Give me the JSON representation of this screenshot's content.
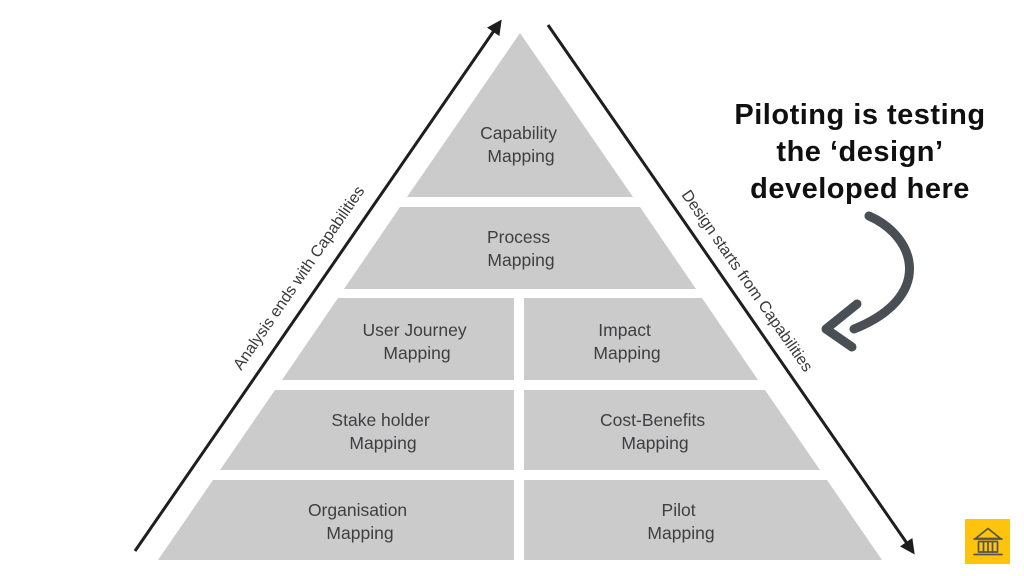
{
  "annotation": {
    "line1": "Piloting is testing",
    "line2": "the ‘design’",
    "line3": "developed here"
  },
  "side_labels": {
    "left": "Analysis ends with Capabilities",
    "right": "Design starts from Capabilities"
  },
  "pyramid": {
    "levels": [
      {
        "id": "capability",
        "line1": "Capability",
        "line2": "Mapping"
      },
      {
        "id": "process",
        "line1": "Process",
        "line2": "Mapping"
      },
      {
        "id": "user-journey",
        "line1": "User Journey",
        "line2": "Mapping"
      },
      {
        "id": "impact",
        "line1": "Impact",
        "line2": "Mapping"
      },
      {
        "id": "stake-holder",
        "line1": "Stake holder",
        "line2": "Mapping"
      },
      {
        "id": "cost-benefits",
        "line1": "Cost-Benefits",
        "line2": "Mapping"
      },
      {
        "id": "organisation",
        "line1": "Organisation",
        "line2": "Mapping"
      },
      {
        "id": "pilot",
        "line1": "Pilot",
        "line2": "Mapping"
      }
    ]
  },
  "icons": {
    "badge_icon": "bank-building"
  },
  "colors": {
    "block_fill": "#CBCBCB",
    "label_text": "#3F3F41",
    "arrow_black": "#1E1E1E",
    "curved_arrow": "#4A4F55",
    "badge_yellow": "#FEC40D",
    "badge_icon": "#57534E"
  }
}
